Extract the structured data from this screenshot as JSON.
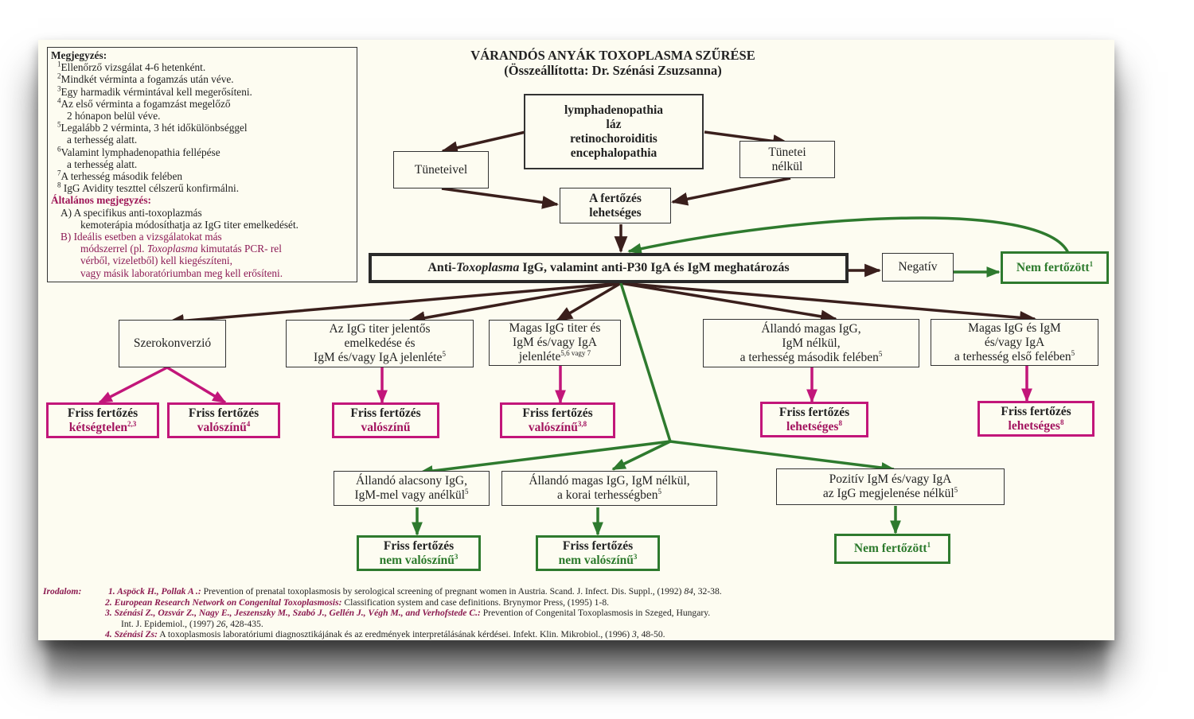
{
  "title": {
    "main": "VÁRANDÓS ANYÁK TOXOPLASMA SZŰRÉSE",
    "subtitle": "(Összeállította: Dr. Szénási Zsuzsanna)"
  },
  "notes": {
    "heading": "Megjegyzés:",
    "items": [
      {
        "num": "1",
        "text": "Ellenőrző vizsgálat 4-6 hetenként."
      },
      {
        "num": "2",
        "text": "Mindkét vérminta a fogamzás után véve."
      },
      {
        "num": "3",
        "text": "Egy harmadik vérmintával  kell  megerősíteni."
      },
      {
        "num": "4",
        "text": "Az első vérminta a fogamzást megelőző",
        "cont": "2 hónapon belül véve."
      },
      {
        "num": "5",
        "text": "Legalább 2 vérminta, 3 hét időkülönbséggel",
        "cont": "a terhesség alatt."
      },
      {
        "num": "6",
        "text": "Valamint lymphadenopathia fellépése",
        "cont": "a terhesség alatt."
      },
      {
        "num": "7",
        "text": "A terhesség második felében"
      },
      {
        "num": "8",
        "text": " IgG Avidity teszttel célszerű  konfirmálni."
      }
    ],
    "general_heading": "Általános megjegyzés:",
    "general_a": {
      "text": "A) A specifikus anti-toxoplazmás",
      "cont": "kemoterápia módosíthatja az IgG titer emelkedését."
    },
    "general_b": {
      "text": "B) Ideális esetben a vizsgálatokat más",
      "cont1_pre": "módszerrel (pl. ",
      "cont1_ital": "Toxoplasma",
      "cont1_post": "  kimutatás PCR-  rel",
      "cont2": "vérből, vizeletből)  kell kiegészíteni,",
      "cont3": "vagy másik laboratóriumban meg kell erősíteni."
    }
  },
  "nodes": {
    "symptoms": [
      "lymphadenopathia",
      "láz",
      "retinochoroiditis",
      "encephalopathia"
    ],
    "with_symptoms": "Tüneteivel",
    "without_symptoms": [
      "Tünetei",
      "nélkül"
    ],
    "infection_possible": [
      "A fertőzés",
      "lehetséges"
    ],
    "main_test": {
      "pre": "Anti-",
      "ital": "Toxoplasma",
      "post": " IgG, valamint anti-P30 IgA és IgM meghatározás"
    },
    "negative": "Negatív",
    "not_infected_top": {
      "text": "Nem fertőzött",
      "sup": "1"
    },
    "seroconversion": "Szerokonverzió",
    "igg_rise": {
      "l1": "Az IgG titer jelentős",
      "l2": "emelkedése és",
      "l3": "IgM és/vagy IgA  jelenléte",
      "sup": "5"
    },
    "high_igg": {
      "l1": "Magas IgG titer és",
      "l2": "IgM és/vagy IgA",
      "l3": "jelenléte",
      "sup": "5,6 vagy  7"
    },
    "persist_high_second": {
      "l1": "Állandó magas IgG,",
      "l2": "IgM nélkül,",
      "l3": "a terhesség második felében",
      "sup": "5"
    },
    "high_igg_igm_first": {
      "l1": "Magas IgG és IgM",
      "l2": "és/vagy IgA",
      "l3": "a terhesség első felében",
      "sup": "5"
    },
    "r1": {
      "l1": "Friss fertőzés",
      "l2": "kétségtelen",
      "sup": "2,3"
    },
    "r2": {
      "l1": "Friss fertőzés",
      "l2": "valószínű",
      "sup": "4"
    },
    "r3": {
      "l1": "Friss fertőzés",
      "l2": "valószínű",
      "sup": ""
    },
    "r4": {
      "l1": "Friss fertőzés",
      "l2": "valószínű",
      "sup": "3,8"
    },
    "r5": {
      "l1": "Friss fertőzés",
      "l2": "lehetséges",
      "sup": "8"
    },
    "r6": {
      "l1": "Friss fertőzés",
      "l2": "lehetséges",
      "sup": "8"
    },
    "persist_low": {
      "l1": "Állandó alacsony IgG,",
      "l2": "IgM-mel vagy anélkül",
      "sup": "5"
    },
    "persist_high_early": {
      "l1": "Állandó magas IgG, IgM nélkül,",
      "l2": "a korai terhességben",
      "sup": "5"
    },
    "pos_igm_no_igg": {
      "l1": "Pozitív IgM és/vagy IgA",
      "l2": "az IgG megjelenése nélkül",
      "sup": "5"
    },
    "g1": {
      "l1": "Friss fertőzés",
      "l2": "nem valószínű",
      "sup": "3"
    },
    "g2": {
      "l1": "Friss  fertőzés",
      "l2": "nem valószínű",
      "sup": "3"
    },
    "not_infected_bottom": {
      "text": "Nem fertőzött",
      "sup": "1"
    }
  },
  "references": {
    "label": "Irodalom:",
    "items": [
      {
        "authors": "1. Aspöck H., Pollak A .:",
        "text": " Prevention of prenatal toxoplasmosis by serological screening of pregnant women in Austria. Scand. J. Infect. Dis. Suppl., (1992) ",
        "vol": "84",
        "pages": ", 32-38."
      },
      {
        "authors": "2. European Research Network on Congenital Toxoplasmosis:",
        "text": " Classification system and case definitions. Brynymor Press, (1995) 1-8.",
        "vol": "",
        "pages": ""
      },
      {
        "authors": "3.  Szénási Z., Ozsvár Z., Nagy E., Jeszenszky M., Szabó J., Gellén J., Végh M., and Verhofstede C.:",
        "text": " Prevention of Congenital Toxoplasmosis in Szeged, Hungary.",
        "vol": "",
        "pages": ""
      },
      {
        "authors": "",
        "text": "Int. J. Epidemiol., (1997) ",
        "vol": "26",
        "pages": ", 428-435."
      },
      {
        "authors": "4. Szénási Zs:",
        "text": " A toxoplasmosis laboratóriumi diagnosztikájának és az eredmények interpretálásának kérdései. Infekt. Klin. Mikrobiol., (1996) ",
        "vol": "3",
        "pages": ", 48-50."
      }
    ]
  },
  "colors": {
    "paper": "#fdfcf1",
    "arrow_dark": "#3a1f1c",
    "arrow_pink": "#c2167a",
    "arrow_green": "#2e7a2e",
    "accent_maroon": "#8b1a50"
  }
}
